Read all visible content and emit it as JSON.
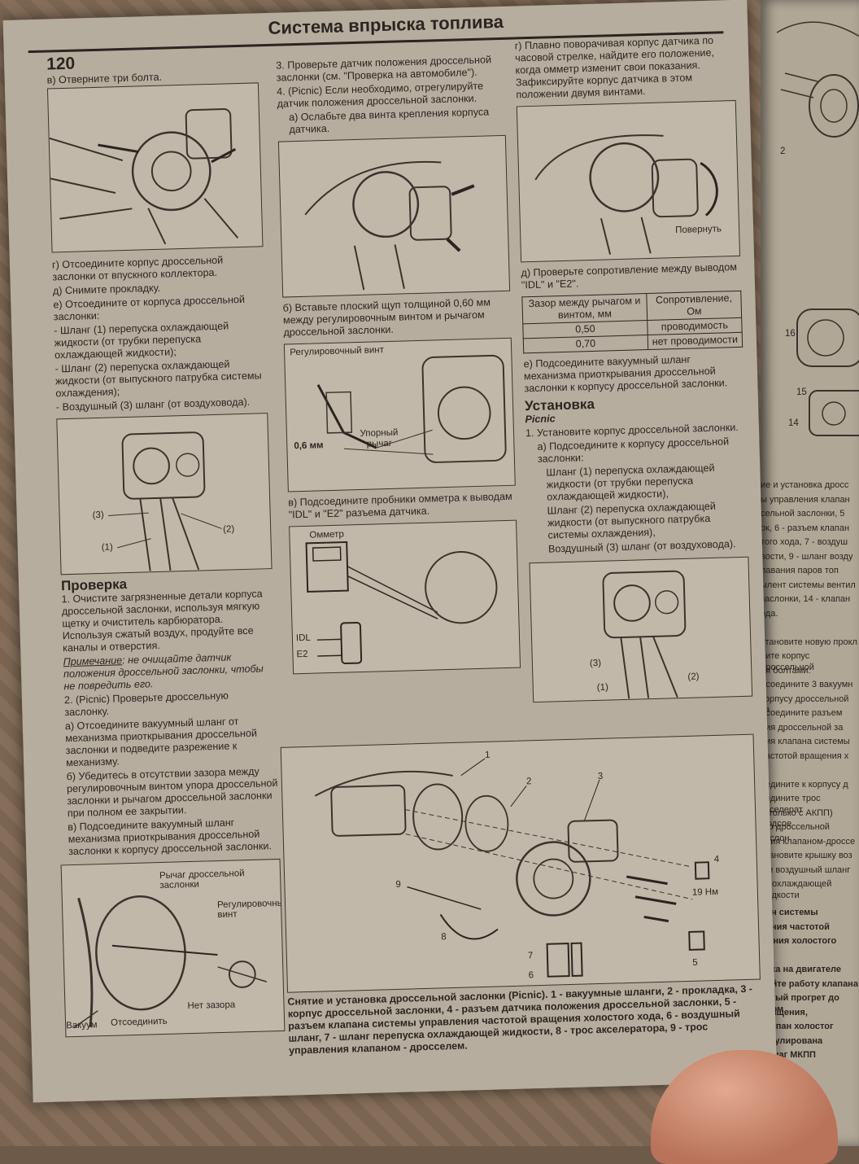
{
  "header": {
    "page_number": "120",
    "section_title": "Система впрыска топлива"
  },
  "col1": {
    "p_v": "в) Отверните три болта.",
    "p_g": "г) Отсоедините корпус дроссельной заслонки от впускного коллектора.",
    "p_d": "д) Снимите прокладку.",
    "p_e": "е) Отсоедините от корпуса дроссельной заслонки:",
    "hose1": "- Шланг (1) перепуска охлаждающей жидкости (от трубки перепуска охлаждающей жидкости);",
    "hose2": "- Шланг (2) перепуска охлаждающей жидкости (от выпускного патрубка системы охлаждения);",
    "hose3": "- Воздушный (3) шланг (от воздуховода).",
    "fig_labels": [
      "(3)",
      "(1)",
      "(2)"
    ],
    "check_heading": "Проверка",
    "check_1": "1. Очистите загрязненные детали корпуса дроссельной заслонки, используя мягкую щетку и очиститель карбюратора. Используя сжатый воздух, продуйте все каналы и отверстия.",
    "note_label": "Примечание",
    "note_text": ": не очищайте датчик положения дроссельной заслонки, чтобы не повредить его.",
    "check_2": "2. (Picnic) Проверьте дроссельную заслонку.",
    "check_2a": "а) Отсоедините вакуумный шланг от механизма приоткрывания дроссельной заслонки и подведите разрежение к механизму.",
    "check_2b": "б) Убедитесь в отсутствии зазора между регулировочным винтом упора дроссельной заслонки и рычагом дроссельной заслонки при полном ее закрытии.",
    "check_2c": "в) Подсоедините вакуумный шланг механизма приоткрывания дроссельной заслонки к корпусу дроссельной заслонки.",
    "fig3_labels": {
      "lever": "Рычаг дроссельной заслонки",
      "screw": "Регулировочный винт",
      "no_gap": "Нет зазора",
      "vacuum": "Вакуум",
      "disconnect": "Отсоединить"
    }
  },
  "col2": {
    "p3": "3. Проверьте датчик положения дроссельной заслонки (см. \"Проверка на автомобиле\").",
    "p4": "4. (Picnic) Если необходимо, отрегулируйте датчик положения дроссельной заслонки.",
    "p4a": "а) Ослабьте два винта крепления корпуса датчика.",
    "p4b": "б) Вставьте плоский щуп толщиной 0,60 мм между регулировочным винтом и рычагом дроссельной заслонки.",
    "fig_b_labels": {
      "screw": "Регулировочный винт",
      "mm": "0,6 мм",
      "stop": "Упорный рычаг"
    },
    "p4v": "в) Подсоедините пробники омметра к выводам \"IDL\" и \"E2\" разъема датчика.",
    "fig_v_labels": {
      "ohm": "Омметр",
      "idl": "IDL",
      "e2": "E2"
    }
  },
  "col3": {
    "p4g": "г) Плавно поворачивая корпус датчика по часовой стрелке, найдите его положение, когда омметр изменит свои показания. Зафиксируйте корпус датчика в этом положении двумя винтами.",
    "fig_rotate": "Повернуть",
    "p4d": "д) Проверьте сопротивление между выводом \"IDL\" и \"E2\".",
    "table": {
      "headers": [
        "Зазор между рычагом и винтом, мм",
        "Сопротивление, Ом"
      ],
      "rows": [
        [
          "0,50",
          "проводимость"
        ],
        [
          "0,70",
          "нет проводимости"
        ]
      ]
    },
    "p4e": "е) Подсоедините вакуумный шланг механизма приоткрывания дроссельной заслонки к корпусу дроссельной заслонки.",
    "install_heading": "Установка",
    "install_sub": "Picnic",
    "install_1": "1. Установите корпус дроссельной заслонки.",
    "install_1a": "а) Подсоедините к корпусу дроссельной заслонки:",
    "ih1": "Шланг (1) перепуска охлаждающей жидкости (от трубки перепуска охлаждающей жидкости),",
    "ih2": "Шланг (2) перепуска охлаждающей жидкости (от выпускного патрубка системы охлаждения),",
    "ih3": "Воздушный (3) шланг (от воздуховода).",
    "fig_labels": [
      "(3)",
      "(1)",
      "(2)"
    ]
  },
  "exploded": {
    "numbers": [
      "1",
      "2",
      "3",
      "4",
      "5",
      "6",
      "7",
      "8",
      "9"
    ],
    "torque": "19 Нм",
    "caption": "Снятие и установка дроссельной заслонки (Picnic). 1 - вакуумные шланги, 2 - прокладка, 3 - корпус дроссельной заслонки, 4 - разъем датчика положения дроссельной заслонки, 5 - разъем клапана системы управления частотой вращения холостого хода, 6 - воздушный шланг, 7 - шланг перепуска охлаждающей жидкости, 8 - трос акселератора, 9 - трос управления клапаном - дросселем."
  },
  "right_page": {
    "labels": [
      "16",
      "15",
      "14",
      "2"
    ],
    "lines": [
      "ие и установка дросс",
      "ы управления клапан",
      "сельной заслонки, 5",
      "ок, 6 - разъем клапан",
      "того хода, 7 - воздуш",
      "вости, 9 - шланг возду",
      "лавания паров топ",
      "ылент системы вентил",
      "заслонки, 14 - клапан",
      "ода.",
      "",
      "становите новую прокл",
      "ните корпус дроссельной",
      "ия болтами.",
      "дсоедините 3 вакуумн",
      "корпусу дроссельной за",
      "дсоедините разъем",
      "ния дроссельной за",
      "ния клапана системы",
      "частотой вращения х",
      "",
      "оедините к корпусу д",
      "оедините трос акселерат",
      "е(только с АКПП) Подсое",
      "его дроссельной заслон",
      "ения клапаном-дроссе",
      "становите крышку воз",
      "е и воздушный шланг",
      "ки охлаждающей жидкости",
      "",
      "лан системы",
      "ления частотой",
      "щения холостого",
      "",
      "ерка на двигателе",
      "ройте работу клапана",
      "ретый прогрет до норм",
      "вращения,",
      "клапан холостог",
      "регулирована",
      "рычаг МКПП"
    ]
  }
}
